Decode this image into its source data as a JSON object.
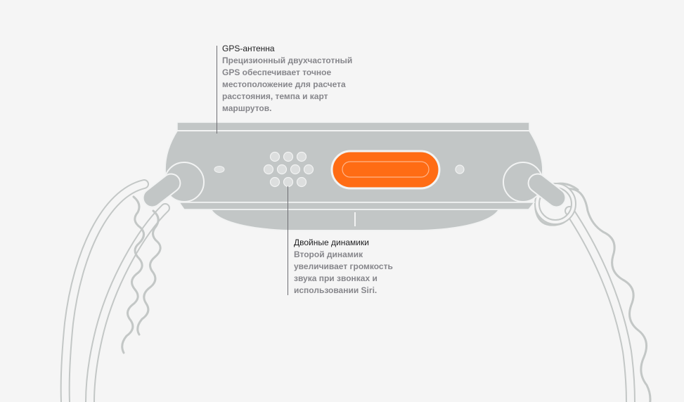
{
  "callouts": {
    "gps": {
      "title": "GPS-антенна",
      "description": "Прецизионный двухчастотный GPS обеспечивает точное местоположение для расчета расстояния, темпа и карт маршрутов."
    },
    "speakers": {
      "title": "Двойные динамики",
      "description": "Второй динамик увеличивает громкость звука при звонках и использовании Siri."
    }
  },
  "colors": {
    "background": "#f5f5f5",
    "case": "#c2c6c6",
    "case_stroke": "#f2f3f3",
    "band": "#c3c7c6",
    "action_button": "#ff6c14",
    "text_primary": "#1d1d1f",
    "text_secondary": "#86868b"
  }
}
